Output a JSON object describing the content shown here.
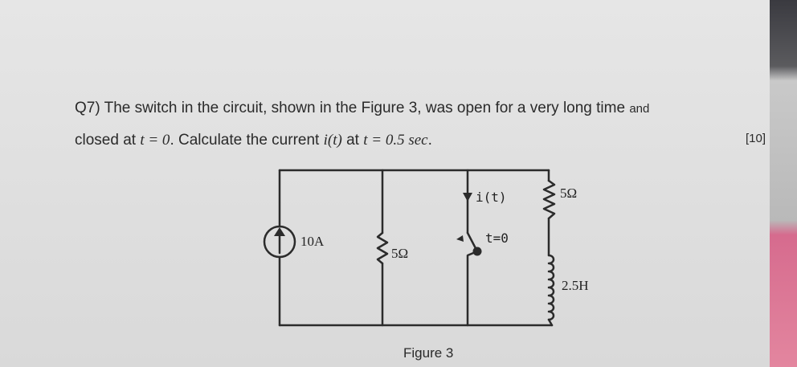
{
  "question": {
    "number": "Q7)",
    "line1_text": "The switch in the circuit, shown in the Figure 3, was open for a very long time",
    "line1_and": "and",
    "line2_a": "closed at",
    "line2_t0": "t = 0",
    "line2_b": ". Calculate the current",
    "line2_it": "i(t)",
    "line2_at": "at",
    "line2_time": "t = 0.5 sec",
    "line2_end": ".",
    "marks": "[10]"
  },
  "circuit": {
    "source_label": "10A",
    "resistor_mid_label": "5Ω",
    "current_label": "i(t)",
    "switch_label": "t=0",
    "resistor_right_label": "5Ω",
    "inductor_label": "2.5H"
  },
  "figure": {
    "caption": "Figure 3"
  }
}
